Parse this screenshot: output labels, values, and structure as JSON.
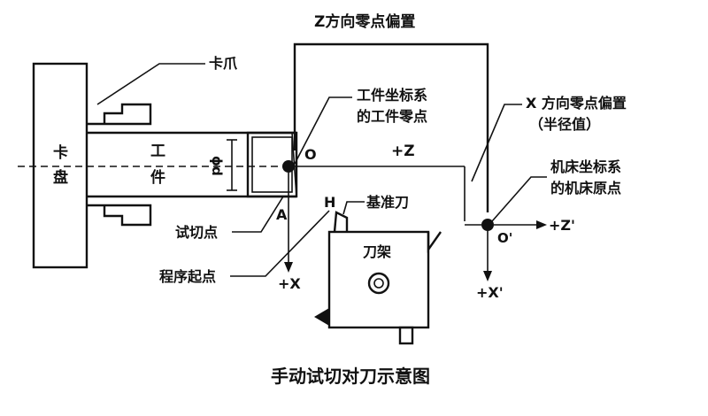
{
  "labels": {
    "z_offset": "Z方向零点偏置",
    "chuck_jaw": "卡爪",
    "workpiece_coord_1": "工件坐标系",
    "workpiece_coord_2": "的工件零点",
    "x_offset_1": "X 方向零点偏置",
    "x_offset_2": "（半径值）",
    "machine_coord_1": "机床坐标系",
    "machine_coord_2": "的机床原点",
    "chuck_1": "卡",
    "chuck_2": "盘",
    "work_1": "工",
    "work_2": "件",
    "phi_d": "ϕd",
    "origin_o": "O",
    "plus_z": "+Z",
    "point_a": "A",
    "trial_cut_point": "试切点",
    "point_h": "H",
    "ref_tool": "基准刀",
    "tool_post": "刀架",
    "program_start": "程序起点",
    "plus_x": "+X",
    "origin_o_prime": "O'",
    "plus_z_prime": "+Z'",
    "plus_x_prime": "+X'",
    "caption": "手动试切对刀示意图"
  },
  "colors": {
    "line": "#111111",
    "background": "#ffffff"
  }
}
